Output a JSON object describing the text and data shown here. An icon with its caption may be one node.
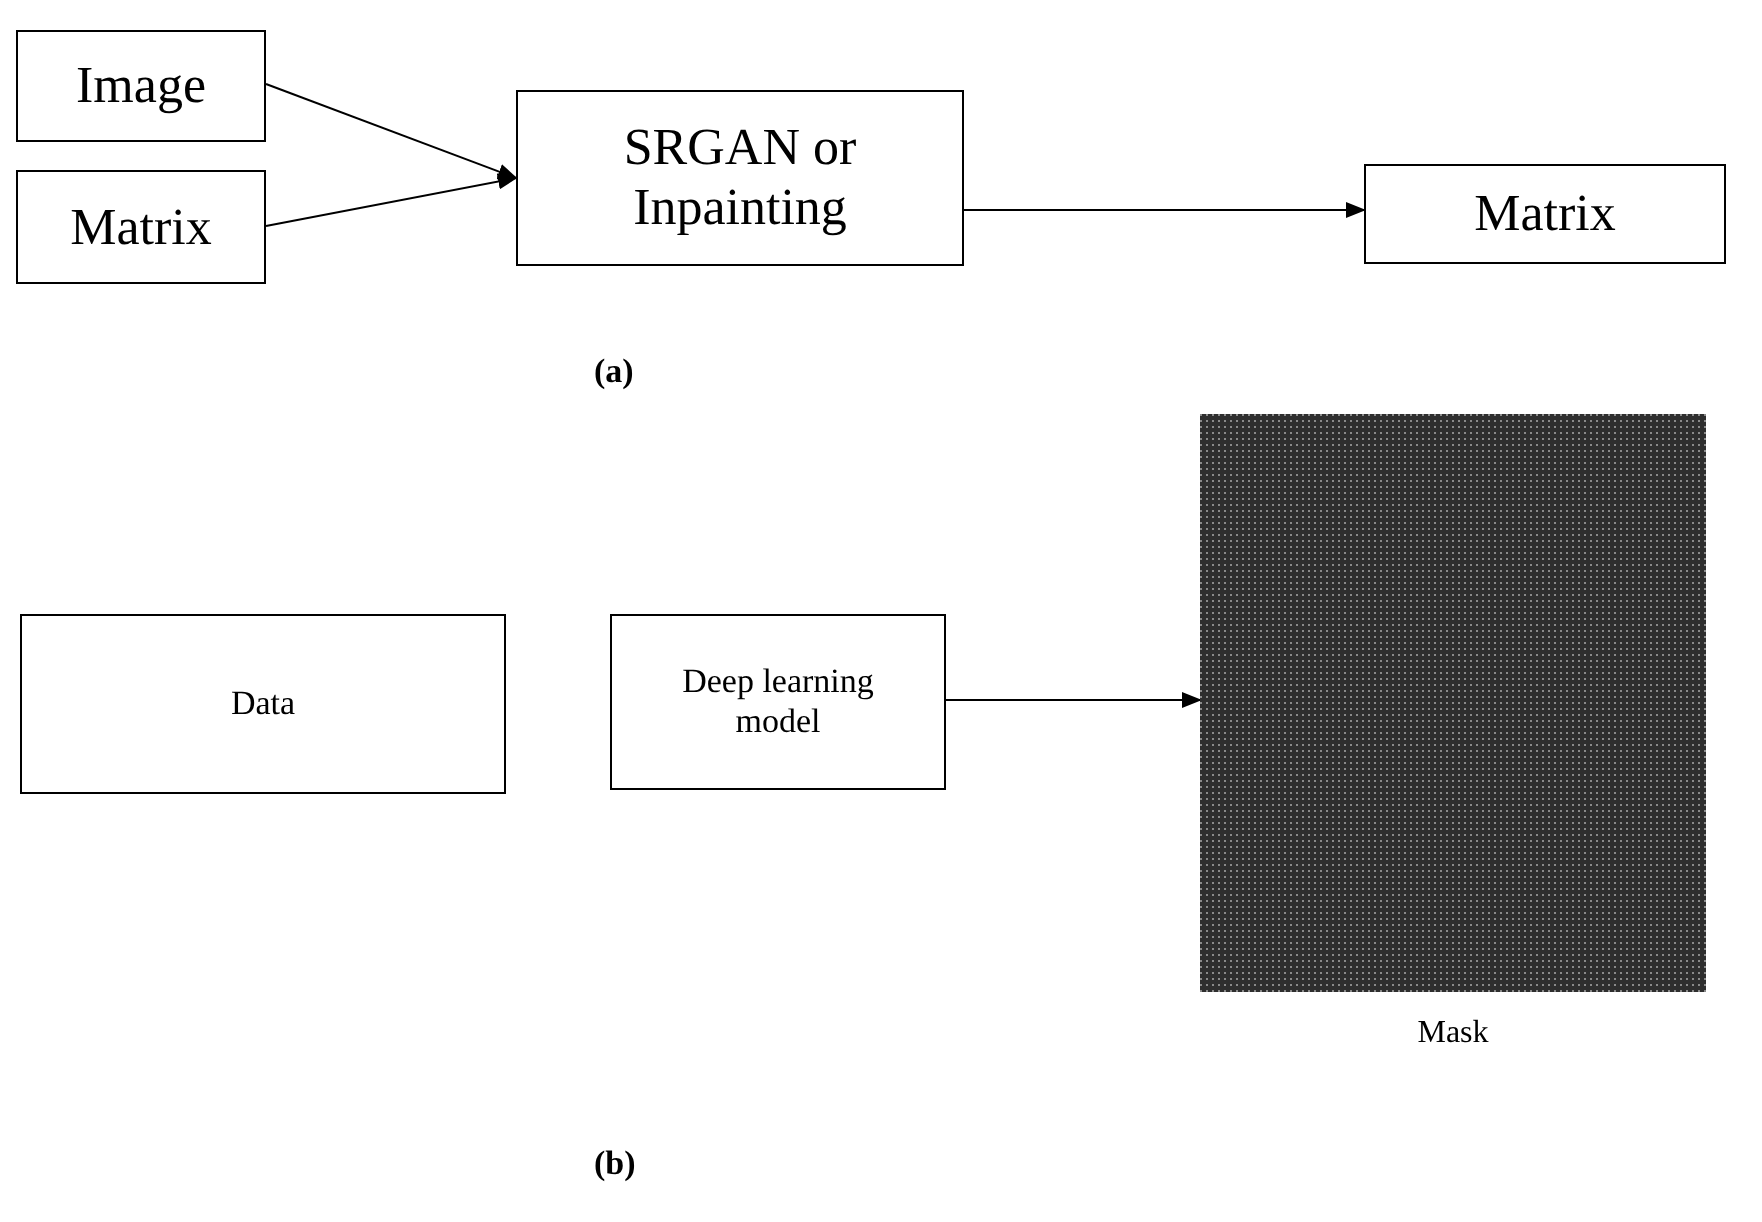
{
  "diagram": {
    "nodes": [
      {
        "text": [
          "Image"
        ]
      },
      {
        "text": [
          "Matrix"
        ]
      },
      {
        "text": [
          "SRGAN or Inpainting"
        ]
      },
      {
        "text": [
          "Matrix"
        ]
      },
      {
        "text": [
          "Data"
        ]
      },
      {
        "text": [
          "Deep learning model"
        ]
      },
      {
        "text": [],
        "shape": "box",
        "beside": [
          "Mask"
        ]
      }
    ],
    "edges": [
      {
        "from": 0,
        "to": 2,
        "arrow": "to"
      },
      {
        "from": 1,
        "to": 2,
        "arrow": "to"
      },
      {
        "from": 2,
        "to": 3,
        "arrow": "to"
      },
      {
        "from": 5,
        "to": 6,
        "arrow": "to"
      }
    ],
    "labels": [
      "(a)",
      "(b)"
    ]
  }
}
